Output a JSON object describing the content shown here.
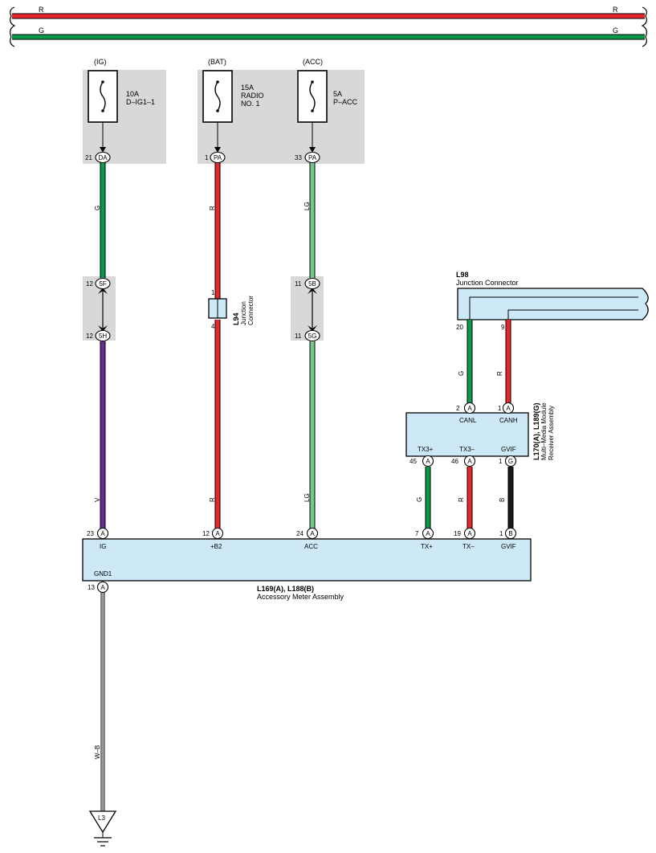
{
  "colors": {
    "red": "#e8262c",
    "green": "#0a9a49",
    "light_green": "#74c98a",
    "violet": "#6b2c91",
    "black": "#1a1a1a",
    "white": "#ffffff",
    "box_grey": "#d8d8d8",
    "component_blue": "#cde9f7"
  },
  "bus": {
    "top_left": "R",
    "top_right": "R",
    "bottom_left": "G",
    "bottom_right": "G"
  },
  "fuses": [
    {
      "source": "(IG)",
      "amperage": "10A",
      "name_line1": "D–IG1–1",
      "name_line2": "",
      "pin": "21",
      "connector": "DA"
    },
    {
      "source": "(BAT)",
      "amperage": "15A",
      "name_line1": "RADIO",
      "name_line2": "NO. 1",
      "pin": "1",
      "connector": "PA"
    },
    {
      "source": "(ACC)",
      "amperage": "5A",
      "name_line1": "P–ACC",
      "name_line2": "",
      "pin": "33",
      "connector": "PA"
    }
  ],
  "wires": {
    "ig_upper": "G",
    "ig_lower": "V",
    "b2_upper": "R",
    "b2_lower": "R",
    "acc_upper": "LG",
    "acc_lower": "LG",
    "canl": "G",
    "canh": "R",
    "tx_plus": "G",
    "tx_minus": "R",
    "gvif": "B",
    "ground": "W–B"
  },
  "inline_connectors": {
    "ig_top": {
      "pin": "12",
      "connector": "5F"
    },
    "ig_bottom": {
      "pin": "12",
      "connector": "5H"
    },
    "acc_top": {
      "pin": "11",
      "connector": "5B"
    },
    "acc_bottom": {
      "pin": "11",
      "connector": "5G"
    }
  },
  "l94": {
    "id": "L94",
    "name_line1": "Junction",
    "name_line2": "Connector",
    "pin_top": "1",
    "pin_bottom": "4"
  },
  "l98": {
    "id": "L98",
    "name": "Junction Connector",
    "pin_left": "20",
    "pin_right": "9"
  },
  "multimedia": {
    "id": "L170(A), L189(G)",
    "name_line1": "Multi–Media Module",
    "name_line2": "Receiver Assembly",
    "top_pins": [
      {
        "pin": "2",
        "connector": "A",
        "label": "CANL"
      },
      {
        "pin": "1",
        "connector": "A",
        "label": "CANH"
      }
    ],
    "bottom_pins": [
      {
        "pin": "45",
        "connector": "A",
        "label": "TX3+"
      },
      {
        "pin": "46",
        "connector": "A",
        "label": "TX3–"
      },
      {
        "pin": "1",
        "connector": "G",
        "label": "GVIF"
      }
    ]
  },
  "meter": {
    "id": "L169(A), L188(B)",
    "name": "Accessory Meter Assembly",
    "pins": [
      {
        "pin": "23",
        "connector": "A",
        "label": "IG"
      },
      {
        "pin": "12",
        "connector": "A",
        "label": "+B2"
      },
      {
        "pin": "24",
        "connector": "A",
        "label": "ACC"
      },
      {
        "pin": "7",
        "connector": "A",
        "label": "TX+"
      },
      {
        "pin": "19",
        "connector": "A",
        "label": "TX–"
      },
      {
        "pin": "1",
        "connector": "B",
        "label": "GVIF"
      }
    ],
    "ground_pin": {
      "pin": "13",
      "connector": "A",
      "label": "GND1"
    }
  },
  "ground_point": "L3"
}
